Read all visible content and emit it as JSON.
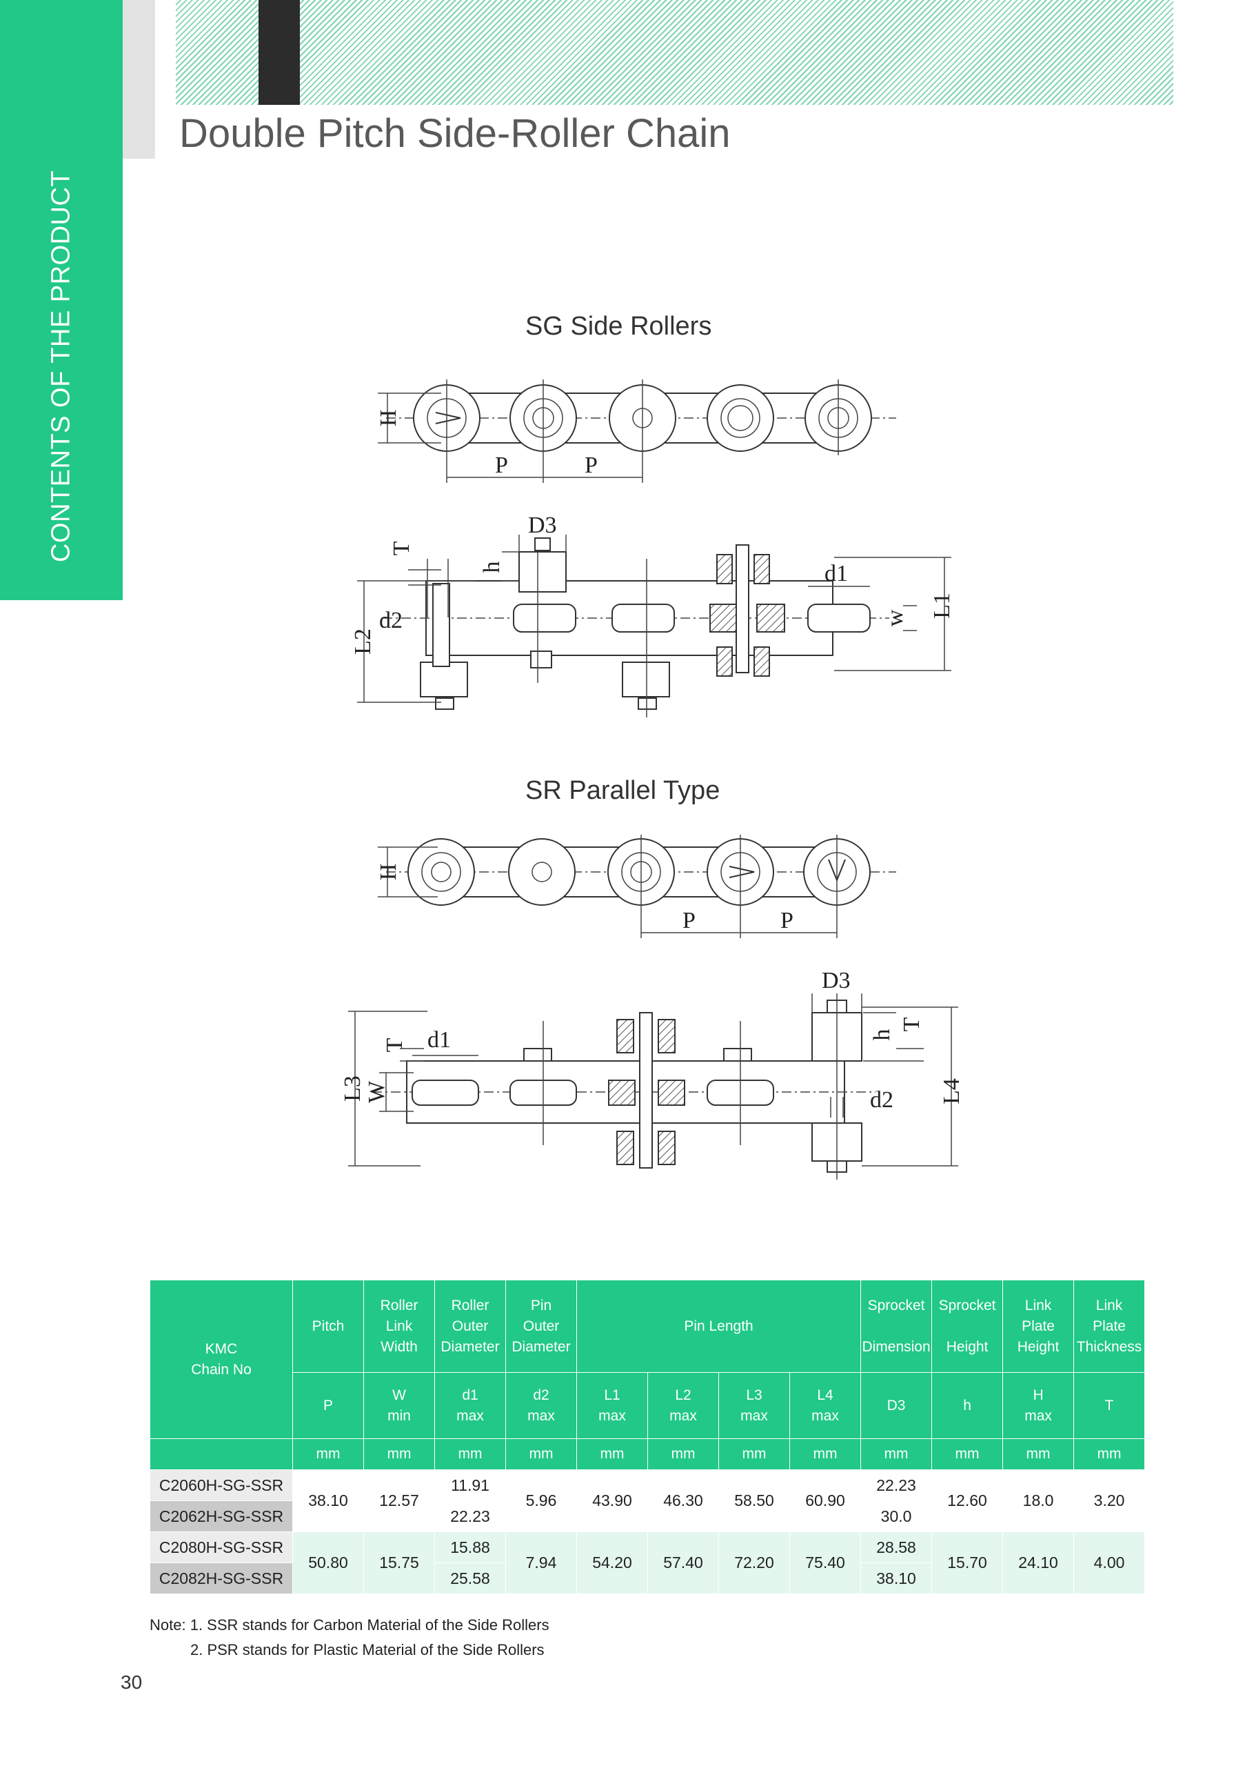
{
  "side_tab": {
    "label": "CONTENTS OF THE PRODUCT"
  },
  "page": {
    "title": "Double Pitch Side-Roller Chain",
    "number": "30"
  },
  "colors": {
    "accent": "#21c887",
    "row_tint": "#e3f7ee"
  },
  "figures": {
    "sg": {
      "title": "SG   Side Rollers"
    },
    "sr": {
      "title": "SR   Parallel Type"
    }
  },
  "dims": {
    "H": "H",
    "P": "P",
    "T": "T",
    "h": "h",
    "D3": "D3",
    "d1": "d1",
    "d2": "d2",
    "W": "W",
    "w": "w",
    "L1": "L1",
    "L2": "L2",
    "L3": "L3",
    "L4": "L4"
  },
  "table": {
    "chain_no_header": [
      "KMC",
      "Chain No"
    ],
    "pitch": "Pitch",
    "roller_link_width": [
      "Roller",
      "Link",
      "Width"
    ],
    "roller_outer_diameter": [
      "Roller",
      "Outer",
      "Diameter"
    ],
    "pin_outer_diameter": [
      "Pin",
      "Outer",
      "Diameter"
    ],
    "pin_length": "Pin Length",
    "sprocket_dimension": [
      "Sprocket",
      "Dimension"
    ],
    "sprocket_height": [
      "Sprocket",
      "Height"
    ],
    "link_plate_height": [
      "Link",
      "Plate",
      "Height"
    ],
    "link_plate_thickness": [
      "Link",
      "Plate",
      "Thickness"
    ],
    "symbols": [
      [
        "P"
      ],
      [
        "W",
        "min"
      ],
      [
        "d1",
        "max"
      ],
      [
        "d2",
        "max"
      ],
      [
        "L1",
        "max"
      ],
      [
        "L2",
        "max"
      ],
      [
        "L3",
        "max"
      ],
      [
        "L4",
        "max"
      ],
      [
        "D3"
      ],
      [
        "h"
      ],
      [
        "H",
        "max"
      ],
      [
        "T"
      ]
    ],
    "units": [
      "mm",
      "mm",
      "mm",
      "mm",
      "mm",
      "mm",
      "mm",
      "mm",
      "mm",
      "mm",
      "mm",
      "mm"
    ],
    "groups": [
      {
        "chains": [
          "C2060H-SG-SSR",
          "C2062H-SG-SSR"
        ],
        "pitch": "38.10",
        "width": "12.57",
        "d1": [
          "11.91",
          "22.23"
        ],
        "d2": "5.96",
        "l1": "43.90",
        "l2": "46.30",
        "l3": "58.50",
        "l4": "60.90",
        "d3": [
          "22.23",
          "30.0"
        ],
        "h": "12.60",
        "H": "18.0",
        "T": "3.20"
      },
      {
        "chains": [
          "C2080H-SG-SSR",
          "C2082H-SG-SSR"
        ],
        "pitch": "50.80",
        "width": "15.75",
        "d1": [
          "15.88",
          "25.58"
        ],
        "d2": "7.94",
        "l1": "54.20",
        "l2": "57.40",
        "l3": "72.20",
        "l4": "75.40",
        "d3": [
          "28.58",
          "38.10"
        ],
        "h": "15.70",
        "H": "24.10",
        "T": "4.00"
      }
    ]
  },
  "notes": [
    "Note: 1. SSR stands for Carbon Material of the Side Rollers",
    "2. PSR stands for Plastic Material of the Side Rollers"
  ]
}
